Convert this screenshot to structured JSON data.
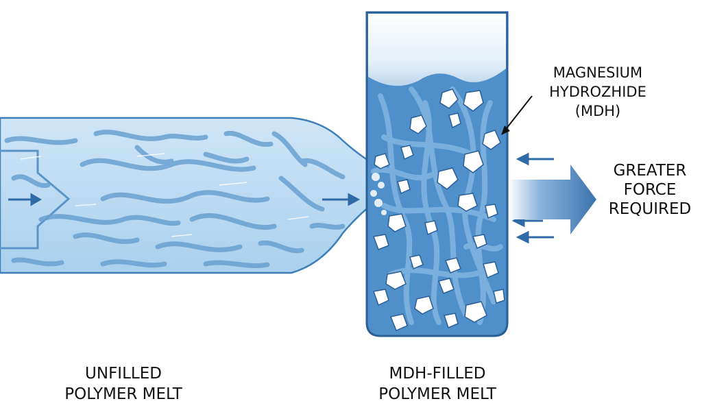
{
  "labels": {
    "mdh_line1": "MAGNESIUM",
    "mdh_line2": "HYDROZHIDE",
    "mdh_line3": "(MDH)",
    "force_line1": "GREATER",
    "force_line2": "FORCE",
    "force_line3": "REQUIRED",
    "unfilled_line1": "UNFILLED",
    "unfilled_line2": "POLYMER MELT",
    "filled_line1": "MDH-FILLED",
    "filled_line2": "POLYMER MELT"
  },
  "colors": {
    "light_melt": "#bcdcf2",
    "light_stroke": "#3f7fb8",
    "dark_melt": "#4f8fca",
    "dark_stroke": "#2a5f98",
    "particle": "#ffffff",
    "arrow": "#2f6aa6",
    "text": "#111111"
  }
}
